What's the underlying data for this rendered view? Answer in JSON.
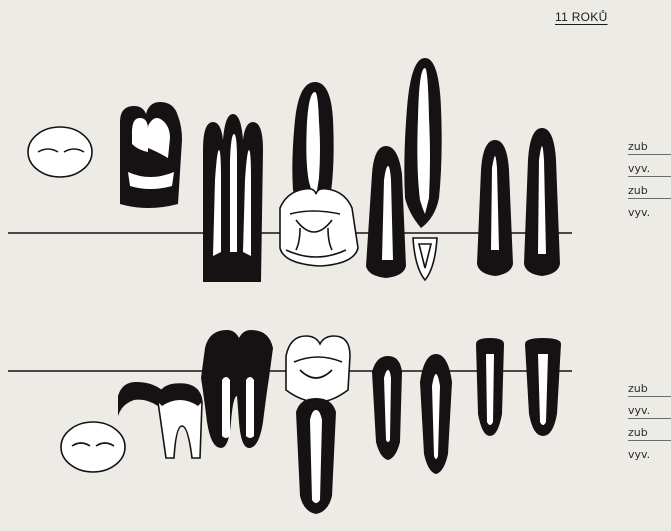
{
  "title": "11 ROKŮ",
  "legend": {
    "upper": [
      "zub",
      "vyv.",
      "zub",
      "vyv."
    ],
    "lower": [
      "zub",
      "vyv.",
      "zub",
      "vyv."
    ]
  },
  "colors": {
    "background": "#ecebe6",
    "ink": "#161214",
    "pulp": "#ffffff"
  }
}
